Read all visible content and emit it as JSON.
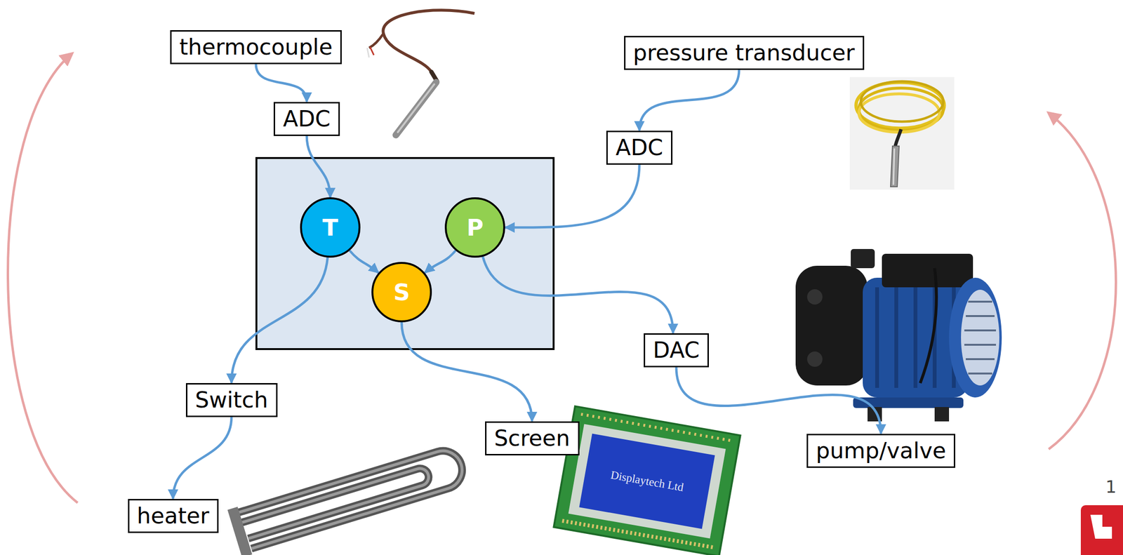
{
  "diagram": {
    "nodes": [
      {
        "text": [
          "thermocouple"
        ]
      },
      {
        "text": [
          "pressure transducer"
        ]
      },
      {
        "text": [
          "ADC"
        ]
      },
      {
        "text": [
          "ADC"
        ]
      },
      {
        "text": [
          "T"
        ]
      },
      {
        "text": [
          "P"
        ]
      },
      {
        "text": [
          "S"
        ]
      },
      {
        "text": [
          "DAC"
        ]
      },
      {
        "text": [
          "Switch"
        ]
      },
      {
        "text": [
          "Screen"
        ]
      },
      {
        "text": [
          "pump/valve"
        ]
      },
      {
        "text": [
          "heater"
        ]
      }
    ],
    "edges": [
      {
        "from": 0,
        "to": 2,
        "arrow": "to"
      },
      {
        "from": 2,
        "to": 4,
        "arrow": "to"
      },
      {
        "from": 1,
        "to": 3,
        "arrow": "to"
      },
      {
        "from": 3,
        "to": 5,
        "arrow": "to"
      },
      {
        "from": 4,
        "to": 6,
        "arrow": "to"
      },
      {
        "from": 5,
        "to": 6,
        "arrow": "to"
      },
      {
        "from": 4,
        "to": 8,
        "arrow": "to"
      },
      {
        "from": 6,
        "to": 9,
        "arrow": "to"
      },
      {
        "from": 5,
        "to": 7,
        "arrow": "to"
      },
      {
        "from": 7,
        "to": 10,
        "arrow": "to"
      },
      {
        "from": 8,
        "to": 11,
        "arrow": "to"
      }
    ],
    "labels": [
      "Displaytech Ltd",
      "1"
    ]
  }
}
